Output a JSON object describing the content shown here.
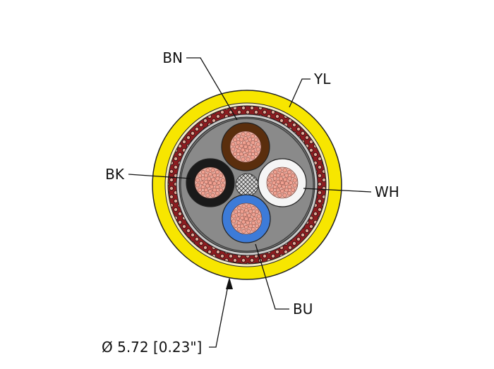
{
  "diagram": {
    "labels": {
      "bn": "BN",
      "yl": "YL",
      "bk": "BK",
      "wh": "WH",
      "bu": "BU",
      "diameter": "Ø 5.72 [0.23\"]"
    },
    "colors": {
      "jacket": "#f7e600",
      "shield_red": "#8c1c20",
      "shield_copper": "#d99a8a",
      "filler_gray": "#7a7a7a",
      "core_brown": "#5a2e0d",
      "core_black": "#1a1a1a",
      "core_white": "#f5f5f5",
      "core_blue": "#3d7bd8",
      "strand_copper": "#f0a090"
    },
    "cores": [
      {
        "name": "core-brown",
        "code": "BN"
      },
      {
        "name": "core-black",
        "code": "BK"
      },
      {
        "name": "core-white",
        "code": "WH"
      },
      {
        "name": "core-blue",
        "code": "BU"
      }
    ]
  }
}
